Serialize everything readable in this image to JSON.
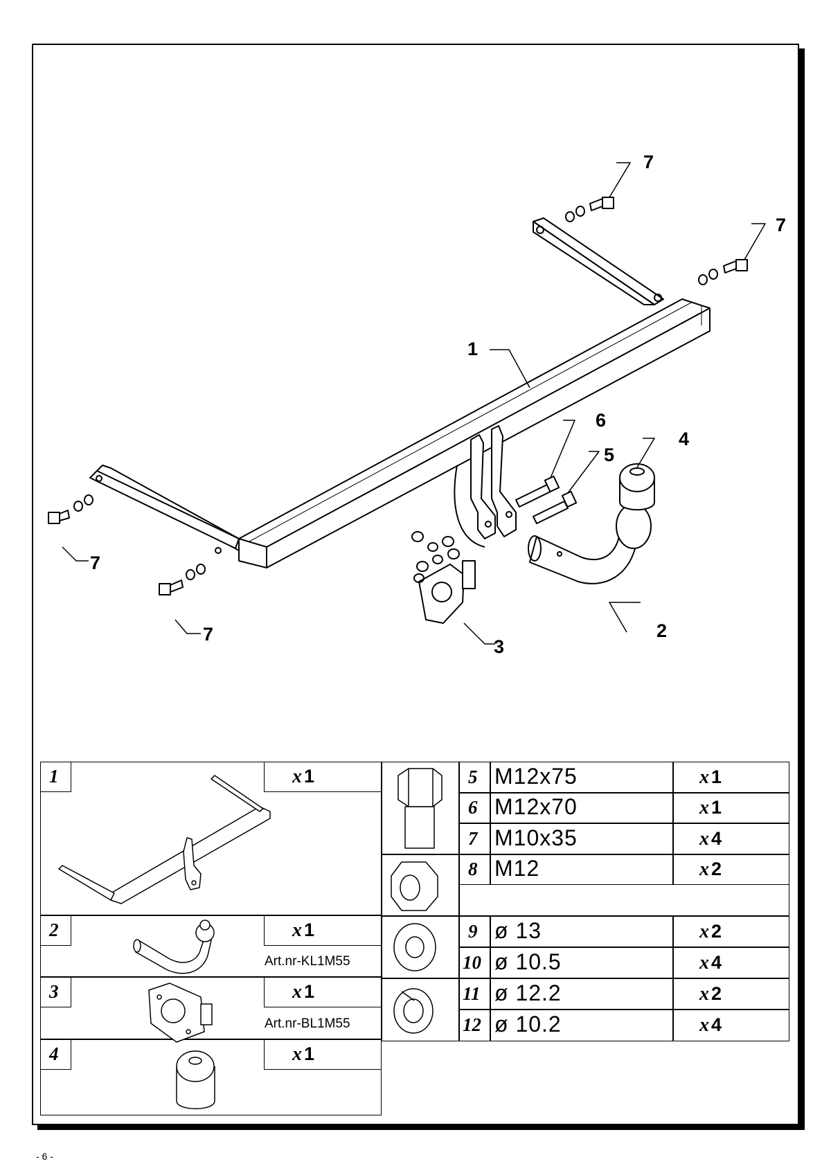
{
  "diagram": {
    "callouts": {
      "c1": "1",
      "c2": "2",
      "c3": "3",
      "c4": "4",
      "c5": "5",
      "c6": "6",
      "c7a": "7",
      "c7b": "7",
      "c7c": "7",
      "c7d": "7"
    }
  },
  "parts": {
    "p1": {
      "num": "1",
      "x": "x",
      "qty": "1"
    },
    "p2": {
      "num": "2",
      "x": "x",
      "qty": "1",
      "art": "Art.nr-KL1M55"
    },
    "p3": {
      "num": "3",
      "x": "x",
      "qty": "1",
      "art": "Art.nr-BL1M55"
    },
    "p4": {
      "num": "4",
      "x": "x",
      "qty": "1"
    },
    "p5": {
      "num": "5",
      "spec": "M12x75",
      "x": "x",
      "qty": "1"
    },
    "p6": {
      "num": "6",
      "spec": "M12x70",
      "x": "x",
      "qty": "1"
    },
    "p7": {
      "num": "7",
      "spec": "M10x35",
      "x": "x",
      "qty": "4"
    },
    "p8": {
      "num": "8",
      "spec": "M12",
      "x": "x",
      "qty": "2"
    },
    "p9": {
      "num": "9",
      "spec": "ø 13",
      "x": "x",
      "qty": "2"
    },
    "p10": {
      "num": "10",
      "spec": "ø 10.5",
      "x": "x",
      "qty": "4"
    },
    "p11": {
      "num": "11",
      "spec": "ø 12.2",
      "x": "x",
      "qty": "2"
    },
    "p12": {
      "num": "12",
      "spec": "ø 10.2",
      "x": "x",
      "qty": "4"
    }
  },
  "footer": {
    "page": "- 6 -"
  }
}
